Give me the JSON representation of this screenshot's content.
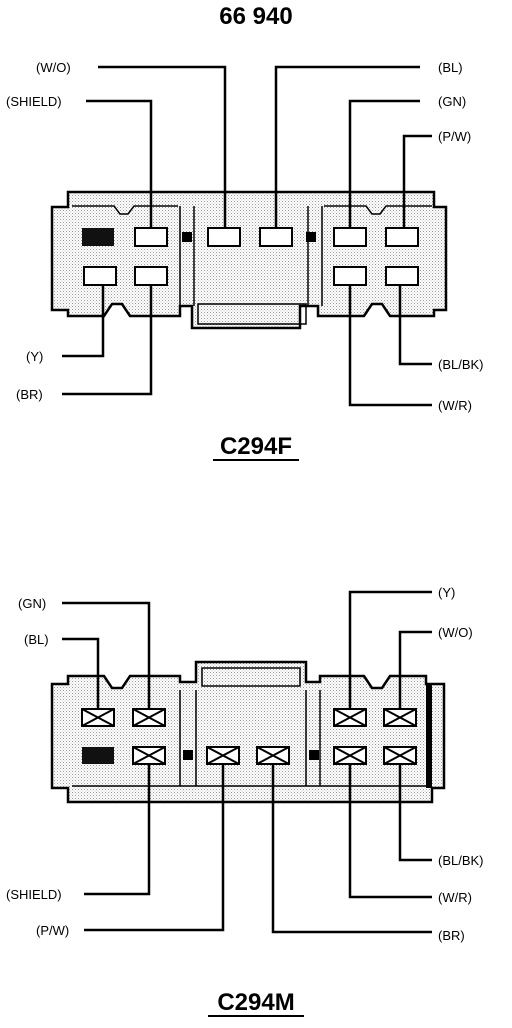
{
  "figure_number": "66 940",
  "c294f": {
    "title": "C294F",
    "labels": {
      "w_o": "(W/O)",
      "shield": "(SHIELD)",
      "bl": "(BL)",
      "gn": "(GN)",
      "p_w": "(P/W)",
      "y": "(Y)",
      "br": "(BR)",
      "bl_bk": "(BL/BK)",
      "w_r": "(W/R)"
    }
  },
  "c294m": {
    "title": "C294M",
    "labels": {
      "gn": "(GN)",
      "bl": "(BL)",
      "y": "(Y)",
      "w_o": "(W/O)",
      "bl_bk": "(BL/BK)",
      "shield": "(SHIELD)",
      "w_r": "(W/R)",
      "p_w": "(P/W)",
      "br": "(BR)"
    }
  }
}
